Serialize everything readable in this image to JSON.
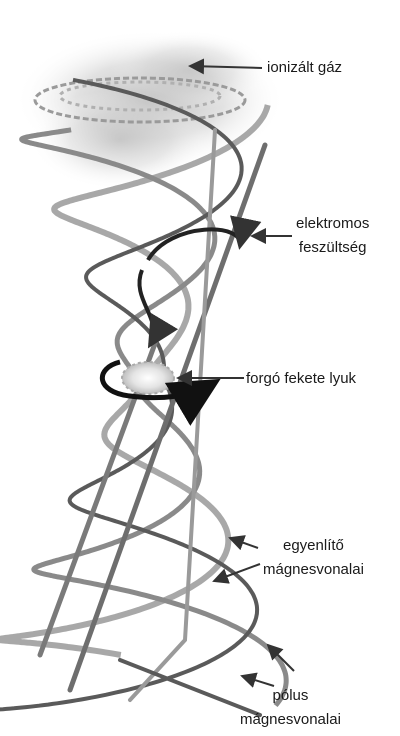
{
  "labels": {
    "ionized_gas": "ionizált gáz",
    "electric_voltage_1": "elektromos",
    "electric_voltage_2": "feszültség",
    "rotating_black_hole": "forgó fekete lyuk",
    "equatorial_lines_1": "egyenlítő",
    "equatorial_lines_2": "mágnesvonalai",
    "polar_lines_1": "pólus",
    "polar_lines_2": "mágnesvonalai"
  },
  "colors": {
    "background": "#ffffff",
    "gas_cloud": "#c8c8c8",
    "helix_light": "#a8a8a8",
    "helix_mid": "#8a8a8a",
    "helix_dark": "#5a5a5a",
    "pointer": "#333333",
    "rotation_arrow": "#111111"
  }
}
